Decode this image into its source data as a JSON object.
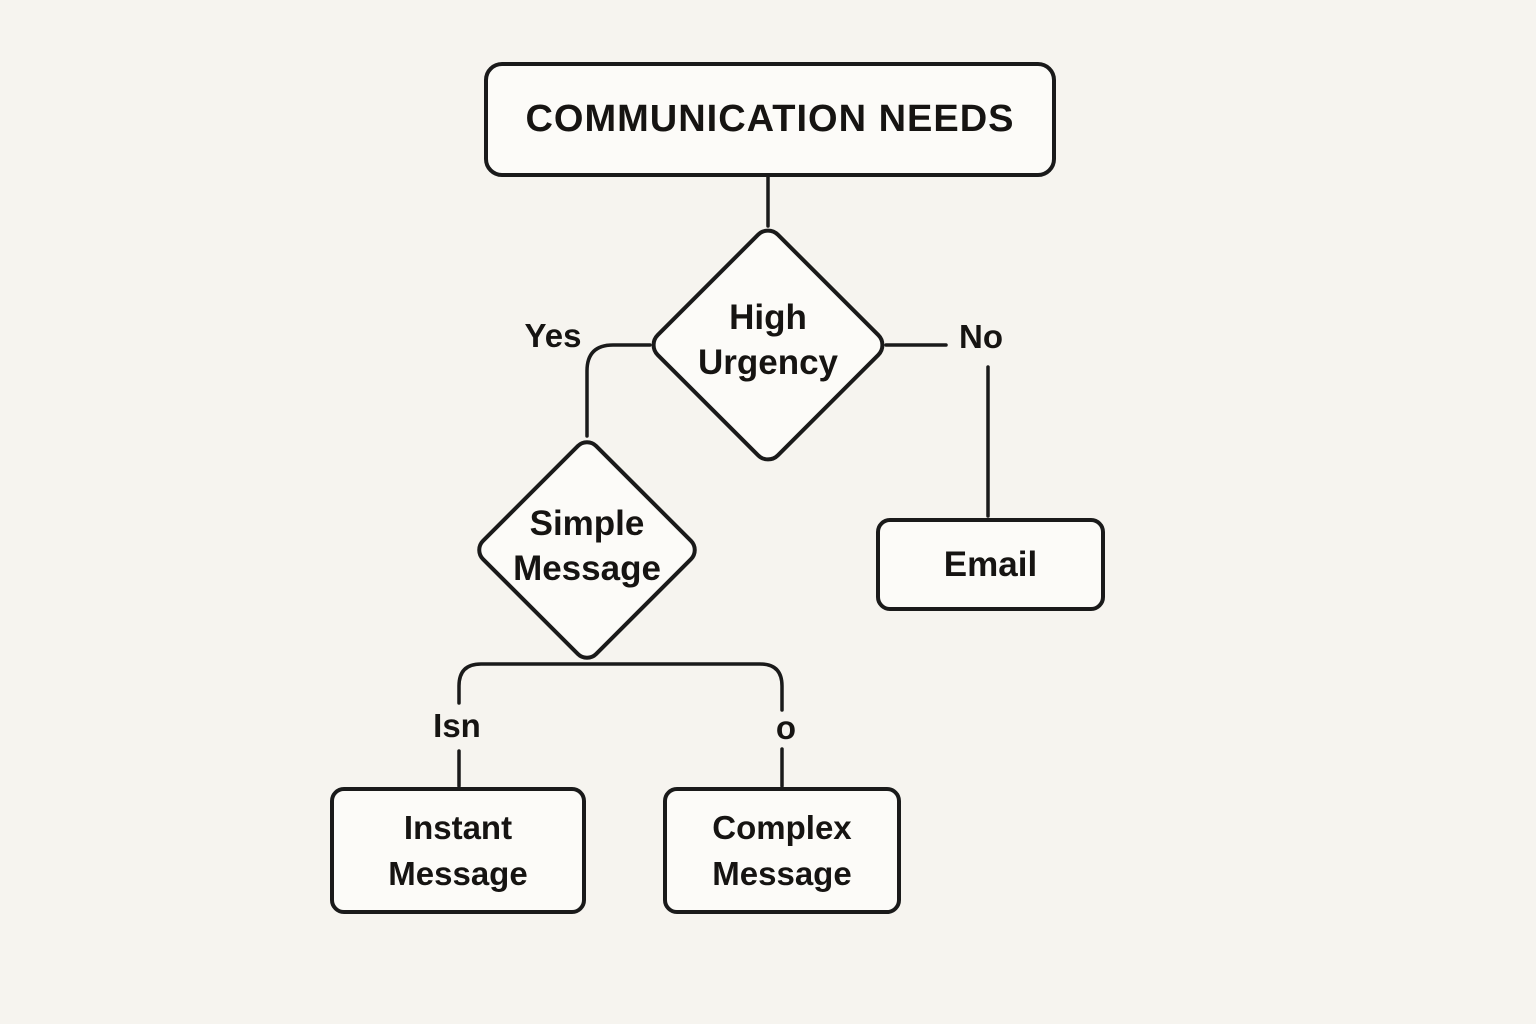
{
  "diagram": {
    "title": "COMMUNICATION NEEDS",
    "type": "flowchart",
    "colors": {
      "background": "#f6f4ef",
      "node_fill": "#fcfbf8",
      "stroke": "#1a1a1a",
      "text": "#161412"
    },
    "nodes": {
      "root": {
        "type": "process",
        "label": "COMMUNICATION NEEDS"
      },
      "high_urgency": {
        "type": "decision",
        "label": "High Urgency",
        "line1": "High",
        "line2": "Urgency"
      },
      "simple_message": {
        "type": "decision",
        "label": "Simple Message",
        "line1": "Simple",
        "line2": "Message"
      },
      "email": {
        "type": "process",
        "label": "Email"
      },
      "instant_message": {
        "type": "process",
        "label": "Instant Message",
        "line1": "Instant",
        "line2": "Message"
      },
      "complex_message": {
        "type": "process",
        "label": "Complex Message",
        "line1": "Complex",
        "line2": "Message"
      }
    },
    "edges": [
      {
        "from": "root",
        "to": "high_urgency",
        "label": ""
      },
      {
        "from": "high_urgency",
        "to": "simple_message",
        "label": "Yes"
      },
      {
        "from": "high_urgency",
        "to": "email",
        "label": "No"
      },
      {
        "from": "simple_message",
        "to": "instant_message",
        "label": "Isn"
      },
      {
        "from": "simple_message",
        "to": "complex_message",
        "label": "o"
      }
    ]
  }
}
